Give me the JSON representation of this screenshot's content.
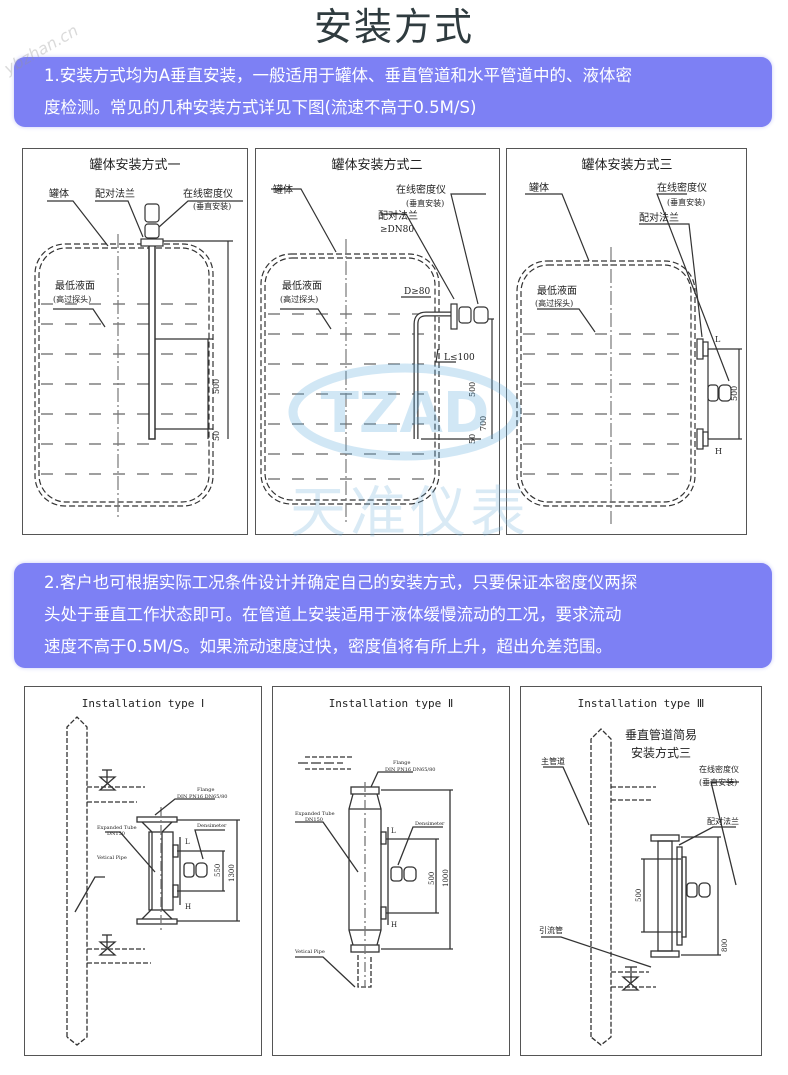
{
  "page_title": "安装方式",
  "notes": {
    "note1_lines": [
      "1.安装方式均为A垂直安装，一般适用于罐体、垂直管道和水平管道中的、液体密",
      "度检测。常见的几种安装方式详见下图(流速不高于0.5M/S)"
    ],
    "note2_lines": [
      "2.客户也可根据实际工况条件设计并确定自己的安装方式，只要保证本密度仪两探",
      "头处于垂直工作状态即可。在管道上安装适用于液体缓慢流动的工况，要求流动",
      "速度不高于0.5M/S。如果流动速度过快，密度值将有所上升，超出允差范围。"
    ]
  },
  "tank_panels": [
    {
      "title": "罐体安装方式一",
      "tank": "罐体",
      "flange": "配对法兰",
      "meter": "在线密度仪",
      "meter_note": "(垂直安装)",
      "level": "最低液面",
      "level_note": "(高过探头)",
      "dim1": "500",
      "dim2": "50"
    },
    {
      "title": "罐体安装方式二",
      "tank": "罐体",
      "flange": "配对法兰",
      "flange_note": "≥DN80",
      "meter": "在线密度仪",
      "meter_note": "(垂直安装)",
      "level": "最低液面",
      "level_note": "(高过探头)",
      "d": "D≥80",
      "l": "L≤100",
      "dim1": "500",
      "dim2": "700",
      "dim3": "50"
    },
    {
      "title": "罐体安装方式三",
      "tank": "罐体",
      "flange": "配对法兰",
      "meter": "在线密度仪",
      "meter_note": "(垂直安装)",
      "level": "最低液面",
      "level_note": "(高过探头)",
      "l": "L",
      "h": "H",
      "dim1": "500"
    }
  ],
  "pipe_panels": [
    {
      "title": "Installation type Ⅰ",
      "flange": "Flange",
      "flange_spec": "DIN PN16 DN65/80",
      "tube": "Expanded Tube",
      "tube_spec": "DN150",
      "meter": "Densimeter",
      "pipe": "Vetical Pipe",
      "l": "L",
      "h": "H",
      "dim1": "550",
      "dim2": "1300"
    },
    {
      "title": "Installation type Ⅱ",
      "flange": "Flange",
      "flange_spec": "DIN PN16 DN65/80",
      "tube": "Expanded Tube",
      "tube_spec": "DN150",
      "meter": "Densimeter",
      "pipe": "Vetical Pipe",
      "l": "L",
      "h": "H",
      "dim1": "500",
      "dim2": "1000"
    },
    {
      "title": "Installation type Ⅲ",
      "heading1": "垂直管道简易",
      "heading2": "安装方式三",
      "main_pipe": "主管道",
      "meter": "在线密度仪",
      "meter_note": "(垂直安装)",
      "flange": "配对法兰",
      "drain": "引流管",
      "dim1": "500",
      "dim2": "800"
    }
  ],
  "watermark": {
    "logo": "TZAD",
    "text": "天准仪表",
    "site": "ybzhan.cn"
  },
  "colors": {
    "note_bg": "#7d80f4",
    "title": "#2f3b3f"
  }
}
